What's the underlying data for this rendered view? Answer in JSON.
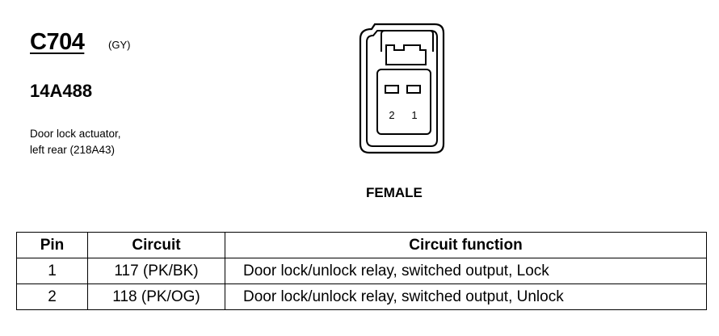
{
  "connector": {
    "id": "C704",
    "color_code": "(GY)",
    "part_number": "14A488",
    "description_lines": [
      "Door lock actuator,",
      "left rear (218A43)"
    ],
    "gender": "FEMALE",
    "terminal_labels": [
      "2",
      "1"
    ]
  },
  "table": {
    "headers": [
      "Pin",
      "Circuit",
      "Circuit function"
    ],
    "rows": [
      {
        "pin": "1",
        "circuit": "117 (PK/BK)",
        "function": "Door lock/unlock relay, switched output, Lock"
      },
      {
        "pin": "2",
        "circuit": "118 (PK/OG)",
        "function": "Door lock/unlock relay, switched output, Unlock"
      }
    ]
  }
}
